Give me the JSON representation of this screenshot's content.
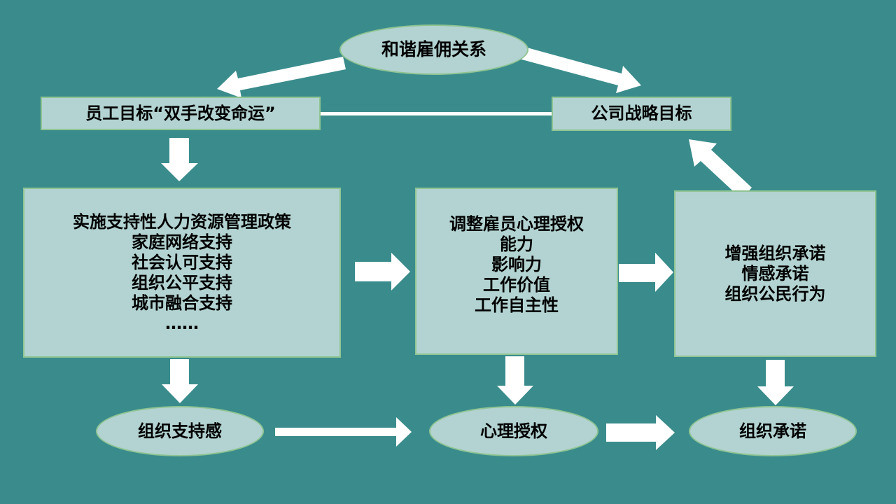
{
  "colors": {
    "background": "#3a8c8c",
    "shape_fill": "#b2d3d1",
    "shape_border": "#8fc492",
    "arrow": "#ffffff",
    "text": "#000000"
  },
  "nodes": {
    "top_ellipse": "和谐雇佣关系",
    "employee_goal": "员工目标“双手改变命运”",
    "company_goal": "公司战略目标",
    "hr_policy": {
      "lines": [
        "实施支持性人力资源管理政策",
        "家庭网络支持",
        "社会认可支持",
        "组织公平支持",
        "城市融合支持",
        "……"
      ]
    },
    "empowerment_adjust": {
      "lines": [
        "调整雇员心理授权",
        "能力",
        "影响力",
        "工作价值",
        "工作自主性"
      ]
    },
    "commitment_enhance": {
      "lines": [
        "增强组织承诺",
        "情感承诺",
        "组织公民行为"
      ]
    },
    "pos_ellipse": "组织支持感",
    "pe_ellipse": "心理授权",
    "oc_ellipse": "组织承诺"
  }
}
